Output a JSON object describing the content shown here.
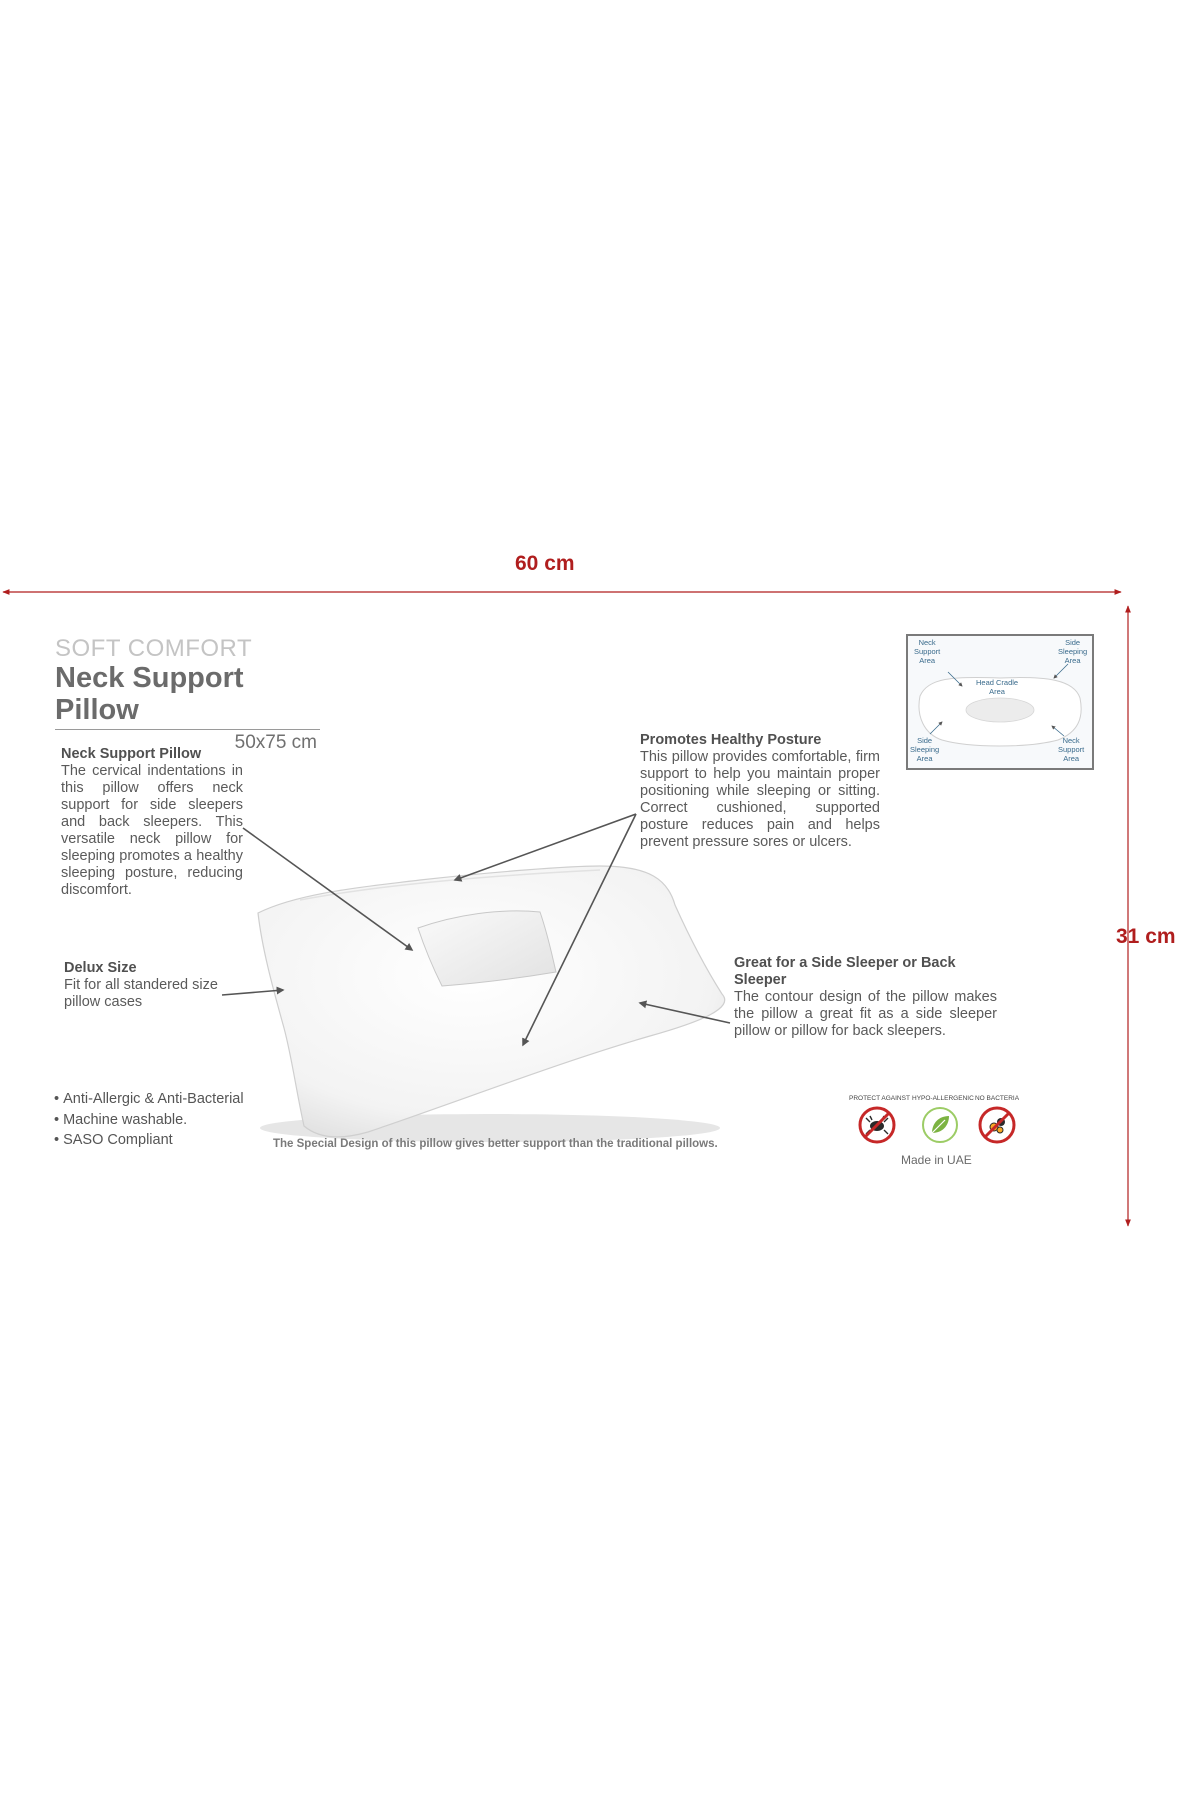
{
  "dimensions": {
    "width_label": "60 cm",
    "height_label": "31 cm",
    "accent_color": "#b01e1e"
  },
  "brand": {
    "subtitle": "SOFT COMFORT",
    "title": "Neck Support Pillow",
    "size": "50x75 cm"
  },
  "features": {
    "neck": {
      "title": "Neck Support Pillow",
      "text": "The cervical indentations in this pillow offers neck support for side sleepers and back sleepers. This versatile neck pillow for sleeping promotes a healthy sleeping posture, reducing discomfort."
    },
    "posture": {
      "title": "Promotes Healthy Posture",
      "text": "This pillow provides comfortable, firm support to help you maintain proper positioning while sleeping or sitting. Correct cushioned, supported posture reduces pain and helps prevent pressure sores or ulcers."
    },
    "side_sleeper": {
      "title": "Great for a Side Sleeper or Back Sleeper",
      "text": "The contour design of the pillow makes the pillow a great fit as a side sleeper pillow or pillow for back sleepers."
    },
    "delux": {
      "title": "Delux Size",
      "text": "Fit for all standered size pillow cases"
    }
  },
  "bullets": [
    "Anti-Allergic & Anti-Bacterial",
    "Machine washable.",
    "SASO Compliant"
  ],
  "caption": "The Special Design of this pillow gives better support than the traditional pillows.",
  "inset": {
    "labels": {
      "neck_top": "Neck\nSupport\nArea",
      "side_top": "Side\nSleeping\nArea",
      "head": "Head Cradle\nArea",
      "side_bottom": "Side\nSleeping\nArea",
      "neck_bottom": "Neck\nSupport\nArea"
    }
  },
  "badges": {
    "mite": "PROTECT AGAINST",
    "hypo": "HYPO-ALLERGENIC",
    "bacteria": "NO BACTERIA",
    "made_in": "Made in UAE"
  },
  "icons": [
    "dust-mite-icon",
    "leaf-icon",
    "bacteria-icon"
  ]
}
